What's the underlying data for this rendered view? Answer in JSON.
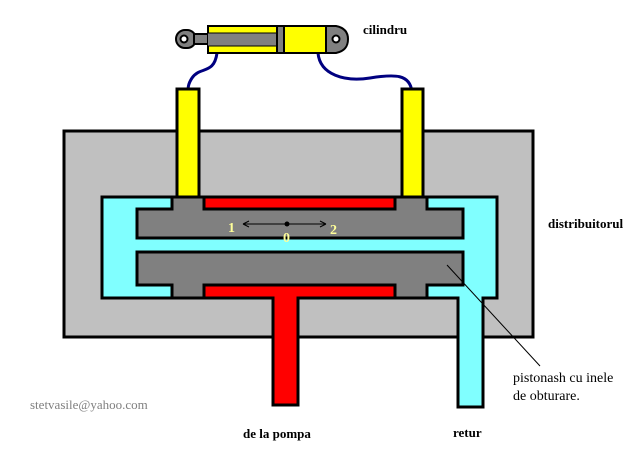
{
  "labels": {
    "cylinder": "cilindru",
    "distributor": "distribuitorul",
    "piston_line1": "pistonash cu inele",
    "piston_line2": "de obturare.",
    "return": "retur",
    "pump": "de la pompa",
    "email": "stetvasile@yahoo.com"
  },
  "positions": {
    "pos1": "1",
    "pos0": "0",
    "pos2": "2"
  },
  "colors": {
    "body": "#c0c0c0",
    "spool": "#808080",
    "return_fluid": "#80ffff",
    "pressure_fluid": "#ff0000",
    "cylinder": "#ffff00",
    "hose": "#000080",
    "outline": "#000000"
  }
}
